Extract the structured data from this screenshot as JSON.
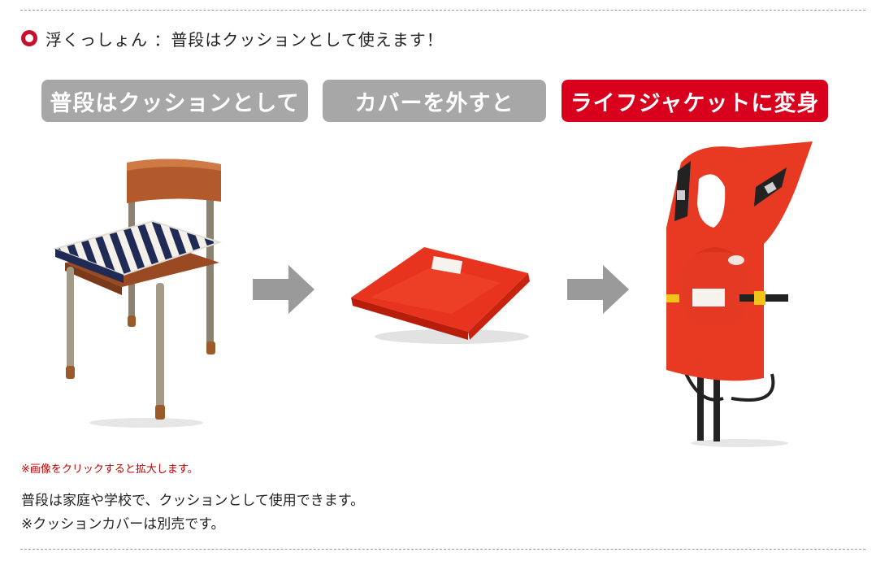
{
  "heading": {
    "icon": "circle-bullet-icon",
    "text": "浮くっしょん ：普段はクッションとして使えます！"
  },
  "steps": [
    {
      "label": "普段はクッションとして",
      "color": "#a7a7a7"
    },
    {
      "label": "カバーを外すと",
      "color": "#a7a7a7"
    },
    {
      "label": "ライフジャケットに変身",
      "color": "#d8001c"
    }
  ],
  "images": [
    {
      "name": "chair-with-striped-cushion"
    },
    {
      "name": "red-folded-cushion"
    },
    {
      "name": "red-life-jacket"
    }
  ],
  "arrows": [
    "arrow-right-icon",
    "arrow-right-icon"
  ],
  "note": "※画像をクリックすると拡大します。",
  "description": {
    "line1": "普段は家庭や学校で、クッションとして使用できます。",
    "line2": "※クッションカバーは別売です。"
  },
  "colors": {
    "accent": "#d8001c",
    "label_gray": "#a7a7a7",
    "note_red": "#c00000"
  }
}
